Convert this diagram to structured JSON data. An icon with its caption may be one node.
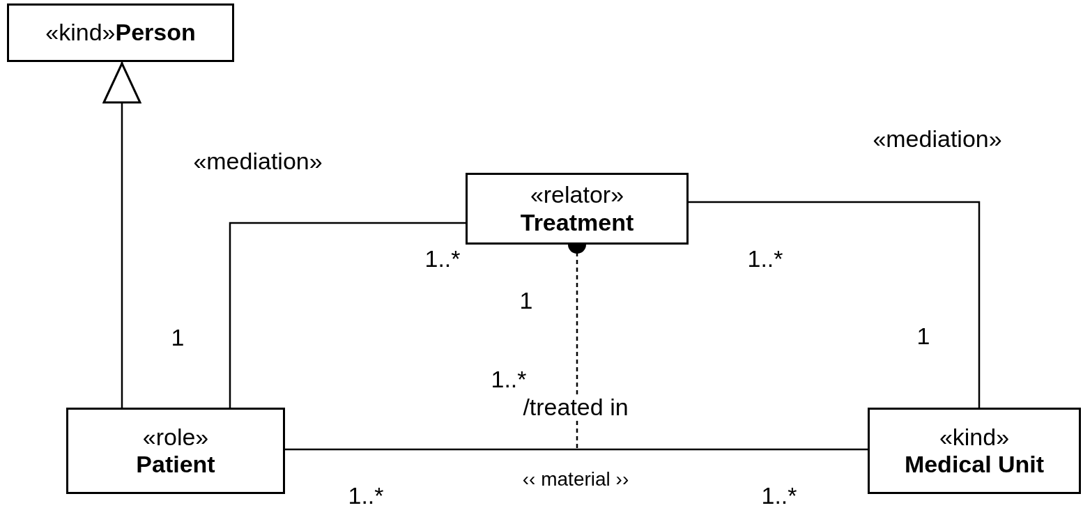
{
  "diagram": {
    "nodes": [
      {
        "text": [
          "«kind»**Person**"
        ]
      },
      {
        "text": [
          "«relator»",
          "Treatment"
        ]
      },
      {
        "text": [
          "«role»",
          "Patient"
        ]
      },
      {
        "text": [
          "«kind»",
          "Medical Unit"
        ]
      }
    ],
    "edges": [
      {
        "from": 2,
        "to": 0,
        "arrow": "to"
      },
      {
        "from": 1,
        "to": 2,
        "arrow": "none",
        "label": "«mediation»"
      },
      {
        "from": 1,
        "to": 3,
        "arrow": "none",
        "label": "«mediation»"
      },
      {
        "from": 2,
        "to": 3,
        "arrow": "none",
        "label": "‹‹ material ››"
      },
      {
        "from": 1,
        "to": null,
        "arrow": "other",
        "style": "dashed",
        "label": "/treated in"
      }
    ],
    "labels": [
      "1..*",
      "1..*",
      "1",
      "1",
      "1",
      "1..*",
      "1..*",
      "1..*"
    ]
  }
}
